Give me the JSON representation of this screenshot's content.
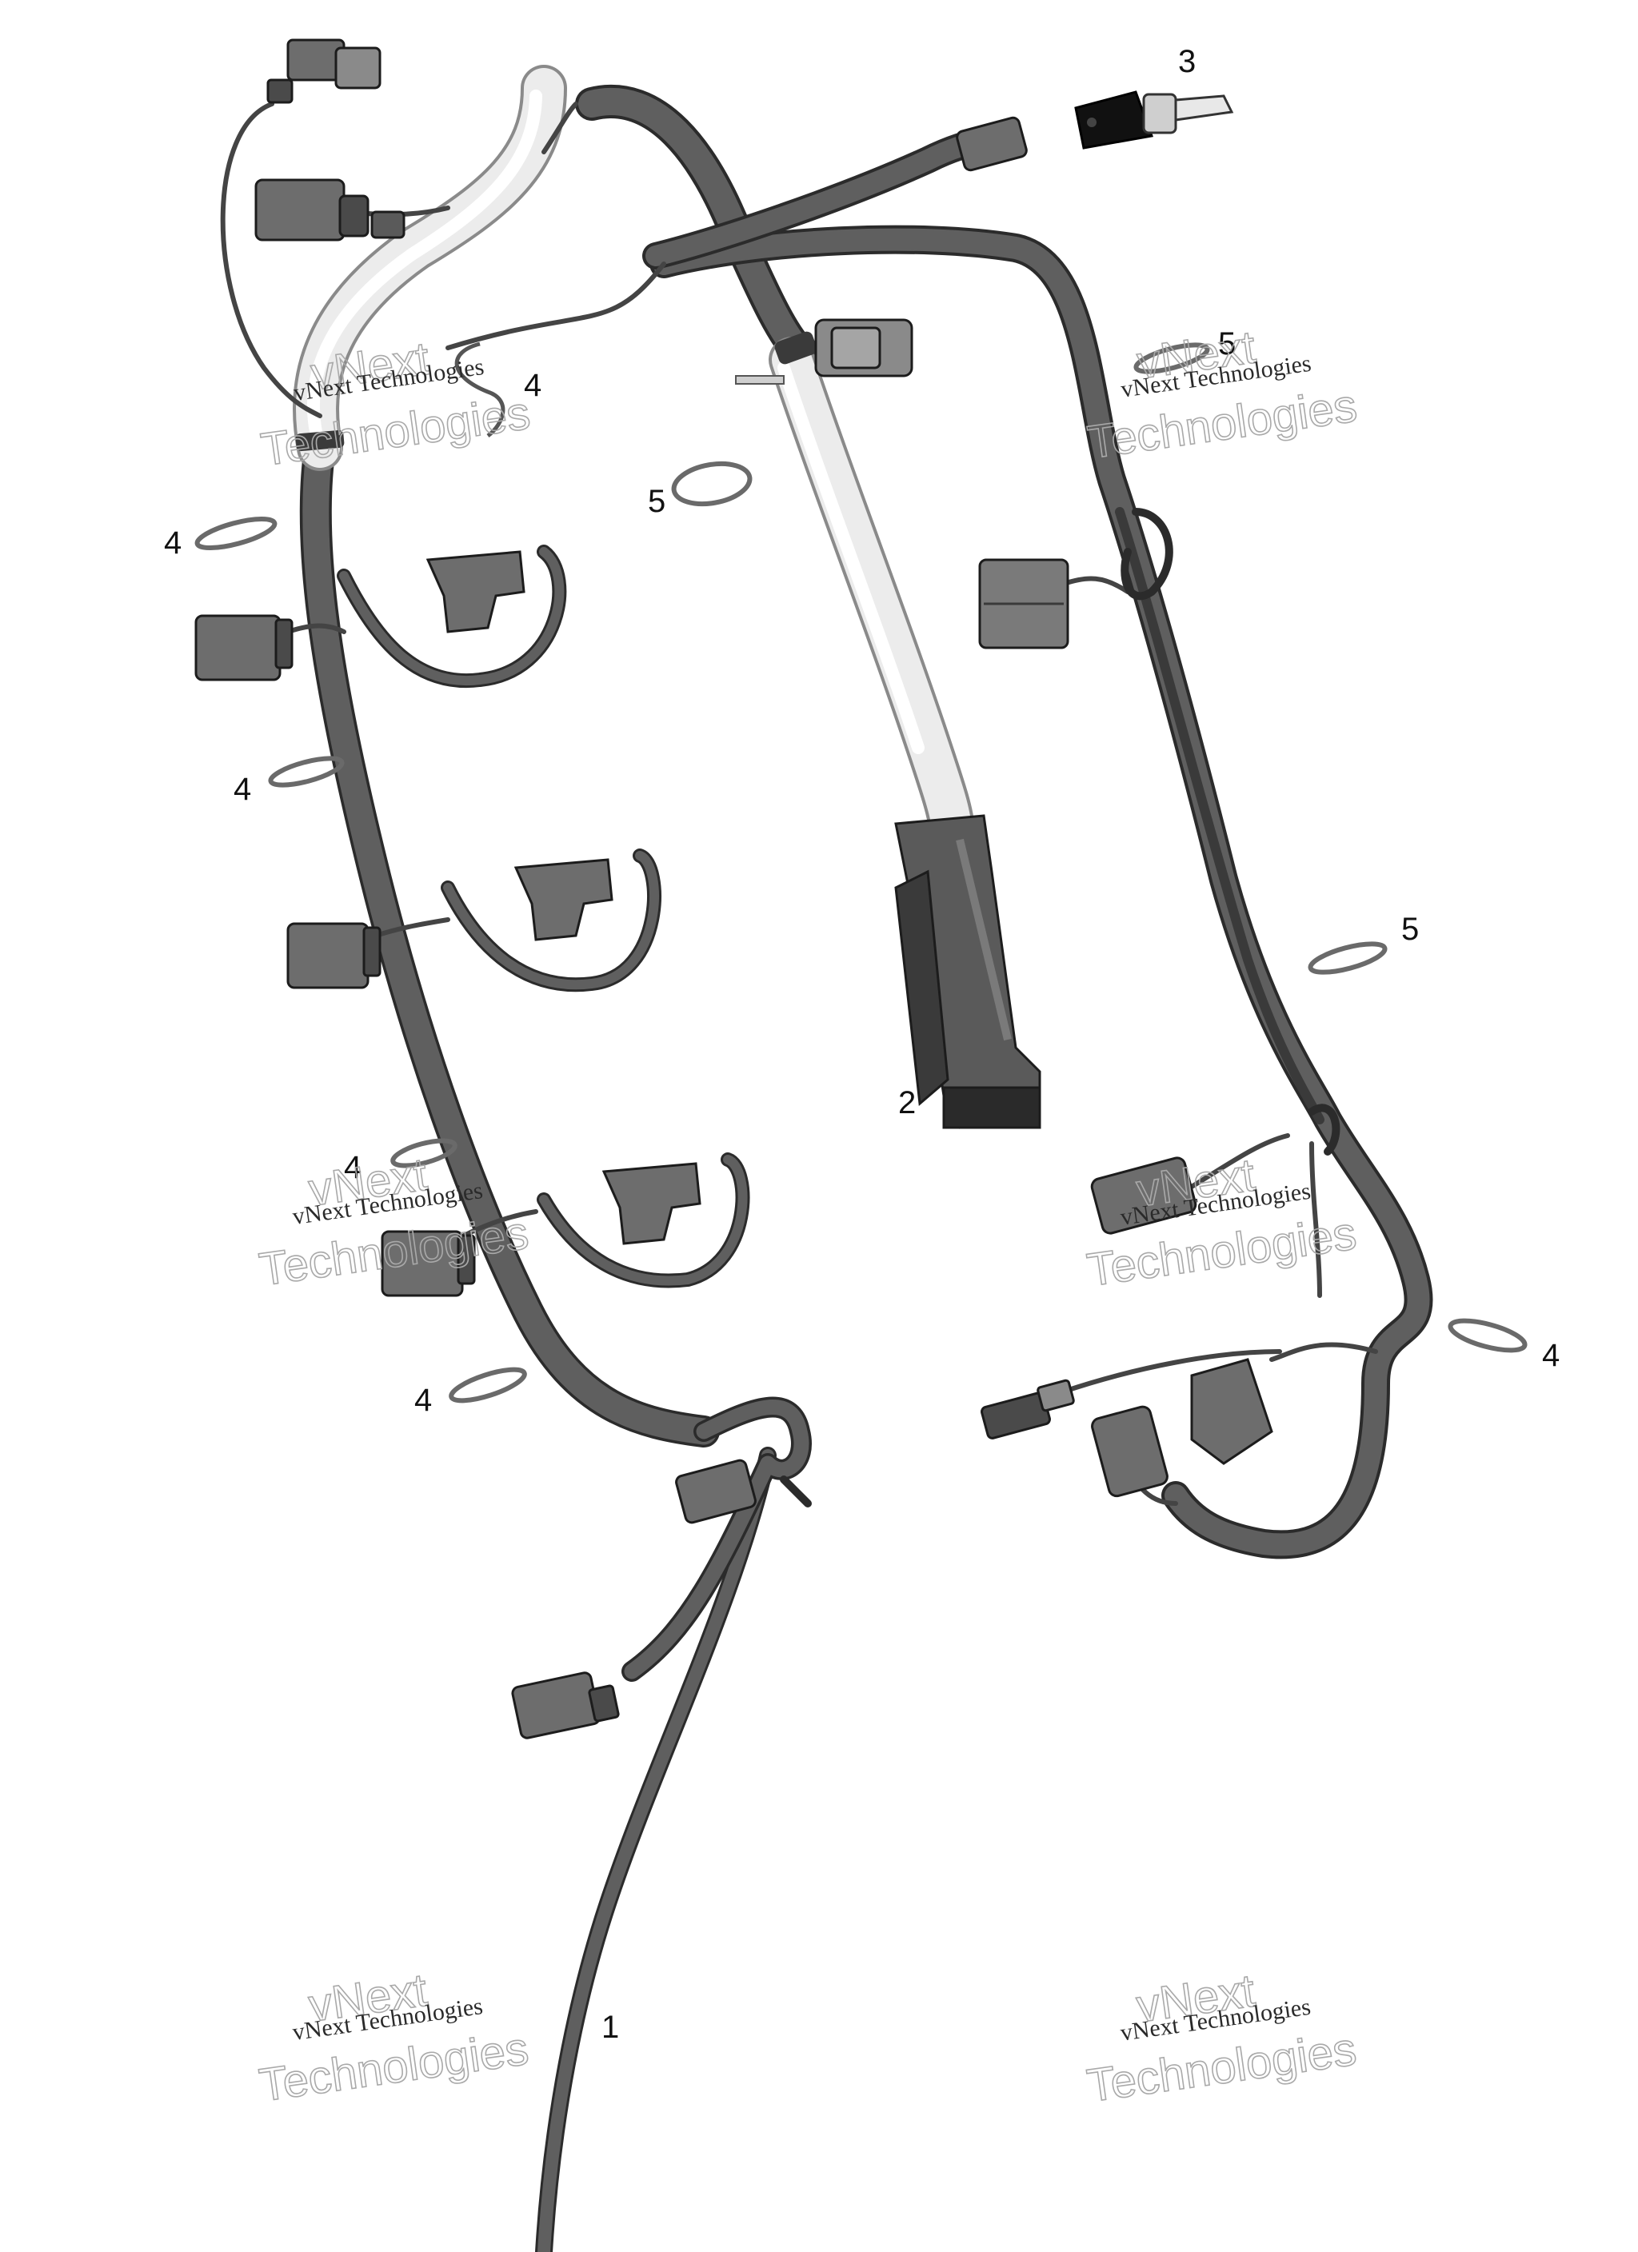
{
  "callouts": {
    "c1": "1",
    "c2": "2",
    "c3": "3",
    "c4a": "4",
    "c4b": "4",
    "c4c": "4",
    "c4d": "4",
    "c4e": "4",
    "c4f": "4",
    "c5a": "5",
    "c5b": "5",
    "c5c": "5"
  },
  "watermark": {
    "line1": "vNext Technologies",
    "line2_outline": "vNext",
    "line3_outline": "Technologies"
  },
  "colors": {
    "harness": "#5f5f5f",
    "harness_edge": "#2b2b2b",
    "sleeve": "#e9e9e9",
    "connector": "#6d6d6d",
    "connector_dark": "#1a1a1a"
  }
}
